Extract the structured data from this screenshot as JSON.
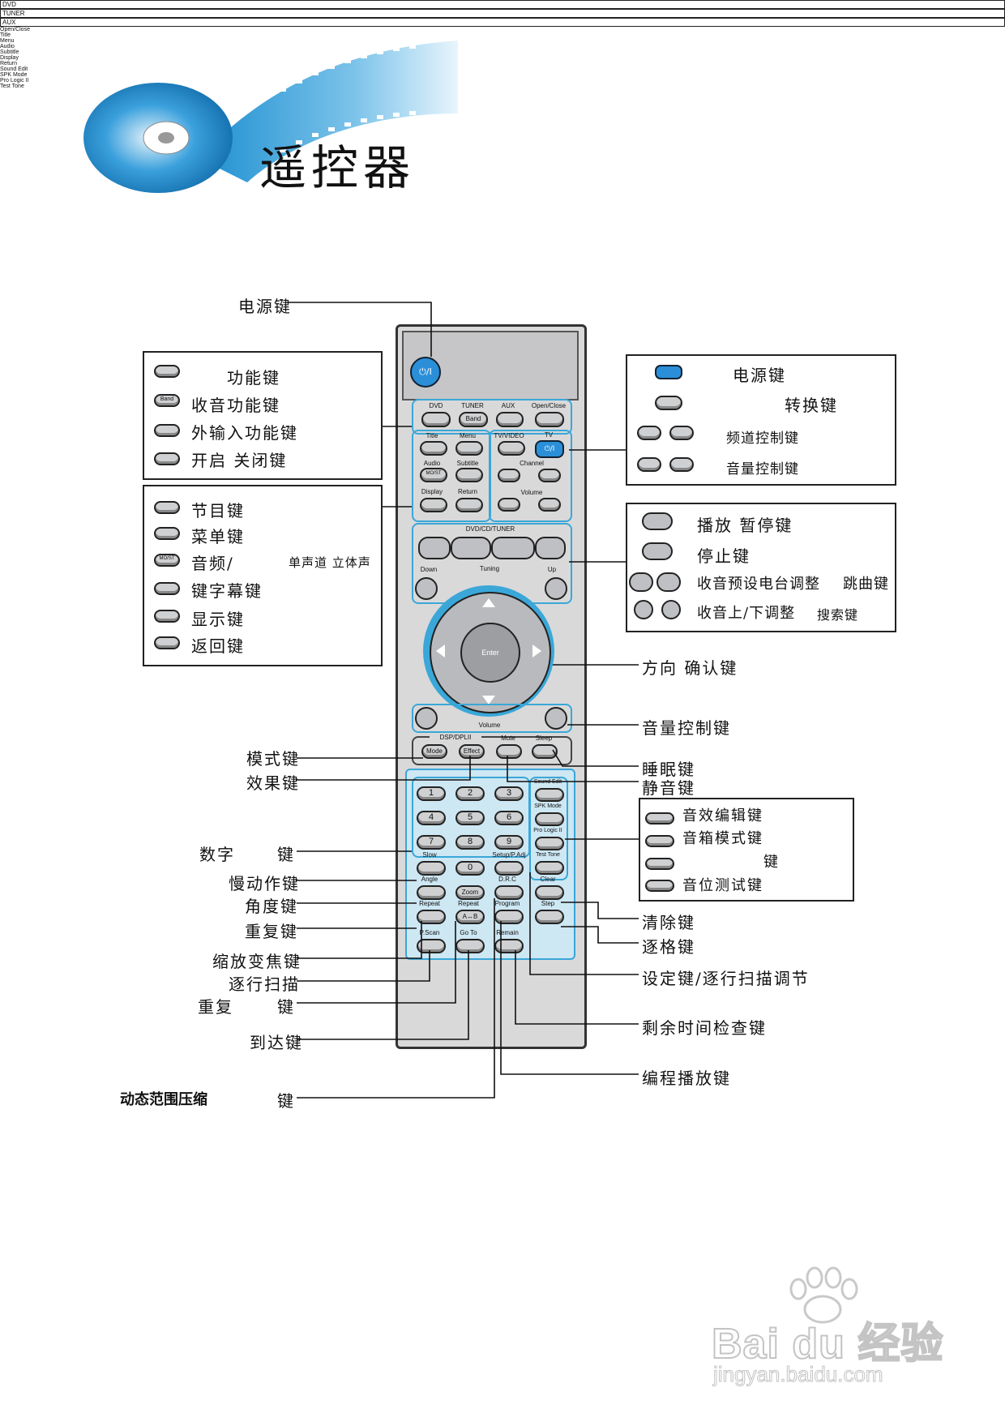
{
  "title": "遥控器",
  "watermark": {
    "brand": "Bai du 经验",
    "url": "jingyan.baidu.com"
  },
  "left_labels": {
    "power": "电源键",
    "mode": "模式键",
    "effect": "效果键",
    "digits": "数字",
    "digits_key": "键",
    "slow": "慢动作键",
    "angle": "角度键",
    "repeat": "重复键",
    "zoom": "缩放变焦键",
    "pscan": "逐行扫描",
    "repeat2": "重复",
    "repeat2_key": "键",
    "goto": "到达键",
    "drc": "动态范围压缩",
    "drc_key": "键"
  },
  "box_function": {
    "items": [
      "功能键",
      "收音功能键",
      "外输入功能键",
      "开启 关闭键"
    ],
    "icons": [
      "DVD",
      "TUNER",
      "AUX",
      "Open/Close"
    ],
    "sub": [
      "",
      "Band",
      "",
      ""
    ]
  },
  "box_menu": {
    "items": [
      "节目键",
      "菜单键",
      "音频/",
      "键字幕键",
      "显示键",
      "返回键"
    ],
    "audio_extra": "单声道 立体声",
    "icons": [
      "Title",
      "Menu",
      "Audio",
      "Subtitle",
      "Display",
      "Return"
    ],
    "audio_sub": "MO/ST"
  },
  "box_tv": {
    "items": [
      "电源键",
      "转换键",
      "频道控制键",
      "音量控制键"
    ]
  },
  "box_play": {
    "items": [
      "播放 暂停键",
      "停止键",
      "收音预设电台调整",
      "收音上/下调整"
    ],
    "extra": [
      "跳曲键",
      "搜索键"
    ]
  },
  "box_sound": {
    "items": [
      "音效编辑键",
      "音箱模式键",
      "键",
      "音位测试键"
    ],
    "icons": [
      "Sound Edit",
      "SPK Mode",
      "Pro Logic II",
      "Test Tone"
    ]
  },
  "right_labels": {
    "direction": "方向 确认键",
    "volume": "音量控制键",
    "sleep": "睡眠键",
    "mute": "静音键",
    "clear": "清除键",
    "step": "逐格键",
    "setup": "设定键/逐行扫描调节",
    "remain": "剩余时间检查键",
    "program": "编程播放键"
  },
  "remote": {
    "source": [
      "DVD",
      "TUNER",
      "AUX",
      "Open/Close"
    ],
    "band": "Band",
    "menu_keys": [
      "Title",
      "Menu",
      "Audio",
      "Subtitle",
      "Display",
      "Return"
    ],
    "mo_st": "MO/ST",
    "tv_video": "TV/VIDEO",
    "tv": "TV",
    "channel": "Channel",
    "volume_small": "Volume",
    "dvd_cd_tuner": "DVD/CD/TUNER",
    "tuning": "Tuning",
    "down": "Down",
    "up": "Up",
    "enter": "Enter",
    "volume": "Volume",
    "dsp": "DSP/DPLII",
    "mode": "Mode",
    "effect": "Effect",
    "mute": "Mute",
    "sleep": "Sleep",
    "digits": [
      "1",
      "2",
      "3",
      "4",
      "5",
      "6",
      "7",
      "8",
      "9",
      "0"
    ],
    "sound_keys": [
      "Sound Edit",
      "SPK Mode",
      "Pro Logic II",
      "Test Tone"
    ],
    "slow": "Slow",
    "setup": "Setup/P.Adj",
    "angle": "Angle",
    "zoom": "Zoom",
    "drc": "D.R.C",
    "clear": "Clear",
    "repeat": "Repeat",
    "repeat_ab": "Repeat",
    "ab": "A↔B",
    "program": "Program",
    "step": "Step",
    "pscan": "P.Scan",
    "goto": "Go To",
    "remain": "Remain",
    "power_symbol": "⏻/I"
  }
}
